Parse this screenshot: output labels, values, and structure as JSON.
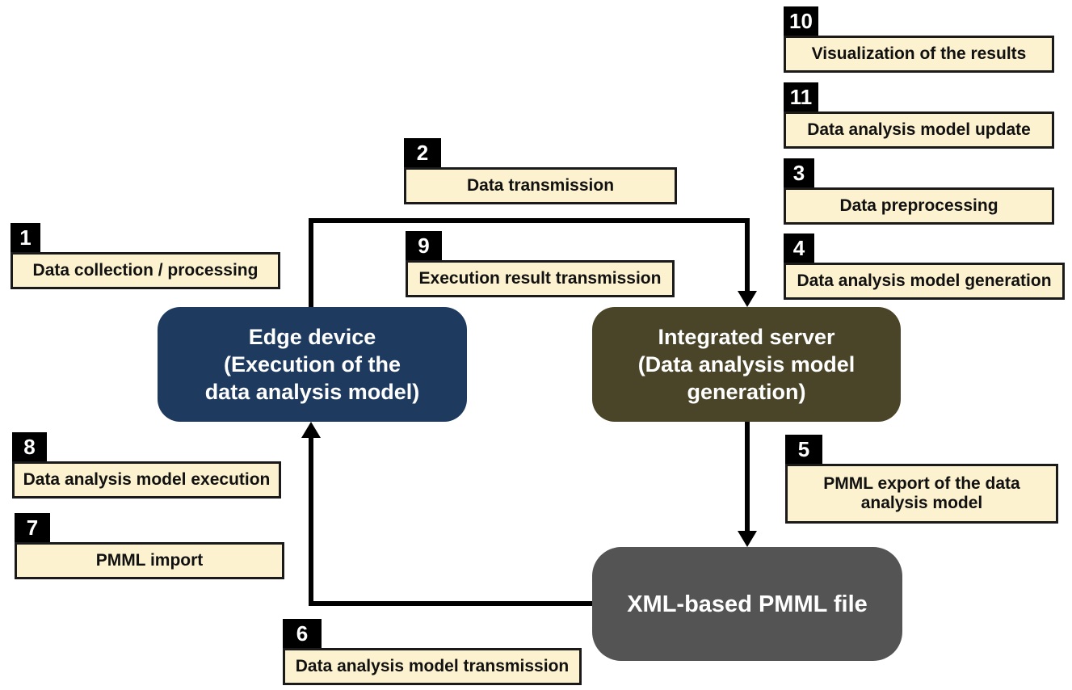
{
  "diagram": {
    "nodes": {
      "edge_device": {
        "label": "Edge device\n(Execution of the\ndata analysis model)",
        "color": "#1e3a5f"
      },
      "integrated_server": {
        "label": "Integrated server\n(Data analysis model\ngeneration)",
        "color": "#4a4428"
      },
      "pmml_file": {
        "label": "XML-based PMML file",
        "color": "#545454"
      }
    },
    "steps": [
      {
        "number": "1",
        "label": "Data collection / processing"
      },
      {
        "number": "2",
        "label": "Data transmission"
      },
      {
        "number": "3",
        "label": "Data preprocessing"
      },
      {
        "number": "4",
        "label": "Data analysis model generation"
      },
      {
        "number": "5",
        "label": "PMML export of the data\nanalysis model"
      },
      {
        "number": "6",
        "label": "Data analysis model transmission"
      },
      {
        "number": "7",
        "label": "PMML import"
      },
      {
        "number": "8",
        "label": "Data analysis model execution"
      },
      {
        "number": "9",
        "label": "Execution result transmission"
      },
      {
        "number": "10",
        "label": "Visualization of the results"
      },
      {
        "number": "11",
        "label": "Data analysis model update"
      }
    ],
    "colors": {
      "step_fill": "#fdf2cf",
      "step_border": "#1a1a1a",
      "tab_bg": "#000000",
      "tab_text": "#ffffff",
      "connector": "#000000",
      "background": "#ffffff"
    }
  }
}
